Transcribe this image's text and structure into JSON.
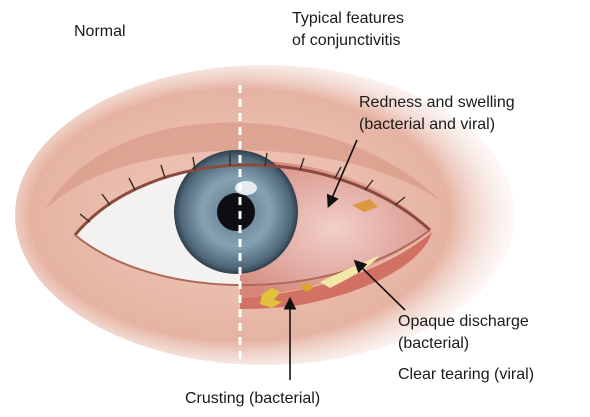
{
  "labels": {
    "normal": "Normal",
    "typical_line1": "Typical features",
    "typical_line2": "of conjunctivitis",
    "redness_line1": "Redness and swelling",
    "redness_line2": "(bacterial and viral)",
    "opaque_line1": "Opaque discharge",
    "opaque_line2": "(bacterial)",
    "clear_tearing": "Clear tearing (viral)",
    "crusting": "Crusting (bacterial)"
  },
  "colors": {
    "iris": "#6f8c9e",
    "pupil": "#0d0f12",
    "skin": "#e8b8a6",
    "inflamed": "#c95a4c",
    "discharge": "#e2c23a",
    "arrow": "#111111"
  }
}
